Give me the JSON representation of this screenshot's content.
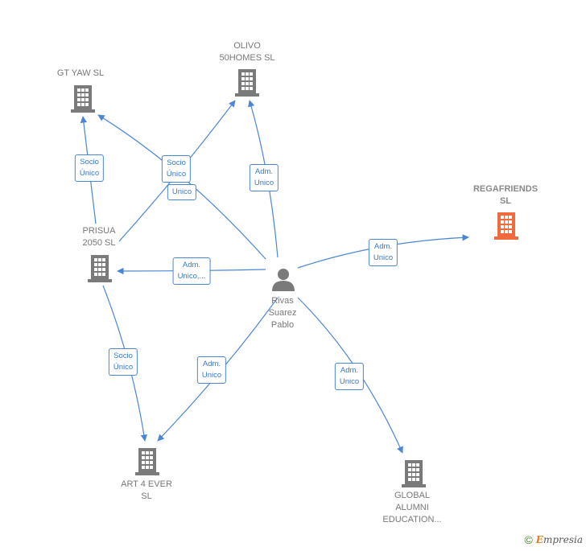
{
  "nodes": {
    "gt_yaw": {
      "label": "GT YAW  SL",
      "type": "company"
    },
    "olivo": {
      "label": "OLIVO\n50HOMES  SL",
      "type": "company"
    },
    "regafriends": {
      "label": "REGAFRIENDS\nSL",
      "type": "company",
      "highlight_color": "#ef6a3c"
    },
    "prisua": {
      "label": "PRISUA\n2050  SL",
      "type": "company"
    },
    "person": {
      "label": "Rivas\nSuarez\nPablo",
      "type": "person"
    },
    "art4ever": {
      "label": "ART 4 EVER\nSL",
      "type": "company"
    },
    "global": {
      "label": "GLOBAL\nALUMNI\nEDUCATION...",
      "type": "company"
    }
  },
  "edges": {
    "prisua_gtyaw": "Socio\nÚnico",
    "prisua_olivo": "Socio\nÚnico",
    "person_gtyaw": "Unico",
    "person_olivo": "Adm.\nUnico",
    "person_regafriends": "Adm.\nUnico",
    "person_prisua": "Adm.\nUnico,...",
    "prisua_art4ever": "Socio\nÚnico",
    "person_art4ever": "Adm.\nUnico",
    "person_global": "Adm.\nUnico"
  },
  "colors": {
    "edge": "#4a86d4",
    "building": "#7a7a7a",
    "building_highlight": "#ef6a3c",
    "person": "#7a7a7a"
  },
  "footer": {
    "copyright_symbol": "©",
    "brand_first": "E",
    "brand_rest": "mpresia"
  }
}
